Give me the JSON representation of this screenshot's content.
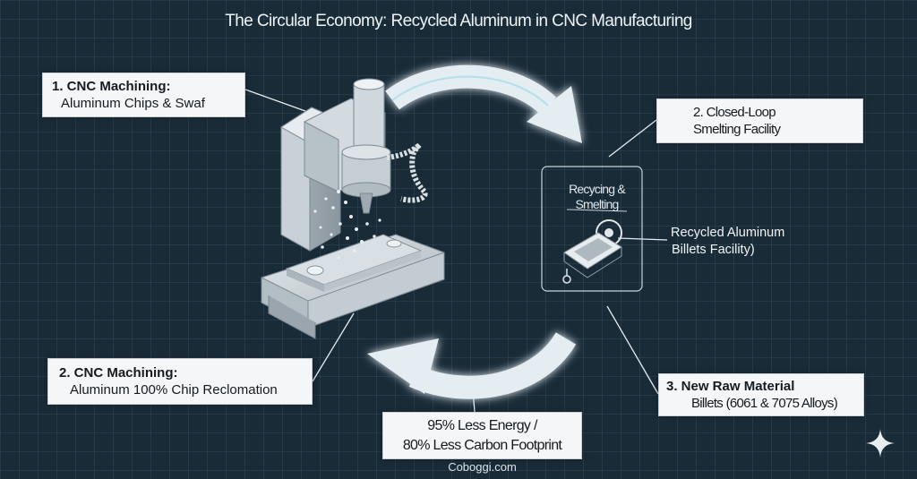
{
  "title": "The Circular Economy: Recycled Aluminum in CNC Manufacturing",
  "labels": {
    "cnc_machining_1": {
      "line1": "1. CNC Machining:",
      "line2": "Aluminum Chips & Swaf"
    },
    "closed_loop": {
      "line1": "2. Closed-Loop",
      "line2": "Smelting Facility"
    },
    "recycling_smelting": {
      "line1": "Recycing &",
      "line2": "Smelting"
    },
    "recycled_billets": {
      "line1": "Recycled Aluminum",
      "line2": "Billets Facility)"
    },
    "cnc_machining_2": {
      "line1": "2. CNC Machining:",
      "line2": "Aluminum 100% Chip Reclomation"
    },
    "new_raw_material": {
      "line1": "3. New Raw Material",
      "line2": "Billets (6061 & 7075 Alloys)"
    },
    "savings": {
      "line1": "95% Less Energy /",
      "line2": "80% Less Carbon Footprint"
    }
  },
  "credit": "Coboggi.com",
  "colors": {
    "background": "#1a2b38",
    "grid": "#2c4150",
    "arrow": "#e4edf1",
    "arrow_glow": "#7fd3e6",
    "box": "#f4f6f7",
    "machine": "#c9d2d8",
    "leader": "#e6edf0"
  },
  "icons": [
    "cnc-machine-illustration",
    "recycling-furnace-icon",
    "sparkle-icon"
  ]
}
